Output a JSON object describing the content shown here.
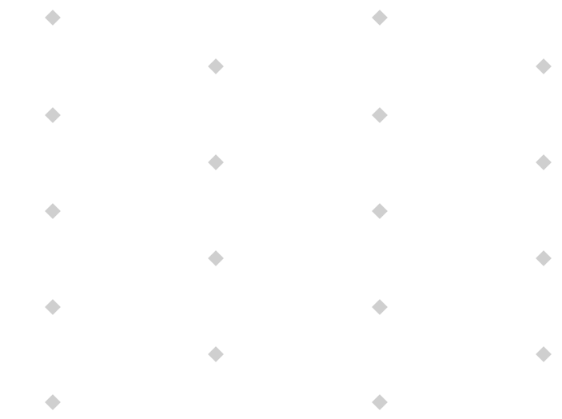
{
  "pattern": {
    "background_color": "#ffffff",
    "marker_color": "#cfcfcf",
    "marker_icon": "diamond-icon",
    "columns_long": 2,
    "columns_short": 2,
    "rows_long": 5,
    "rows_short": 4
  }
}
